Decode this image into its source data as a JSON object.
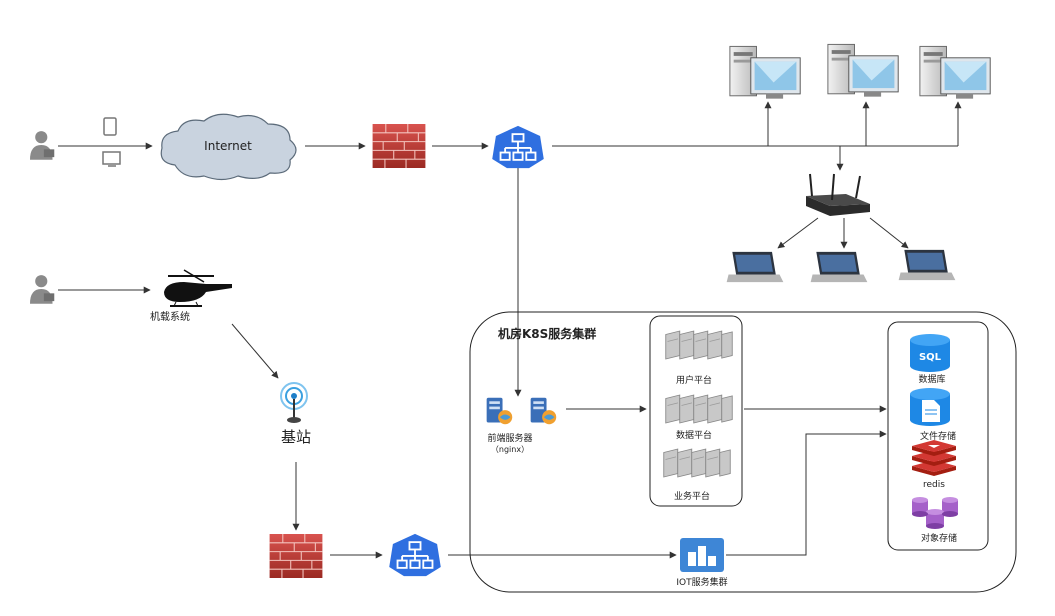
{
  "labels": {
    "internet": "Internet",
    "airborne_system": "机载系统",
    "base_station": "基站",
    "cluster_title": "机房K8S服务集群",
    "frontend_server": "前端服务器",
    "frontend_server_sub": "（nginx）",
    "user_platform": "用户平台",
    "data_platform": "数据平台",
    "business_platform": "业务平台",
    "database_badge": "SQL",
    "database": "数据库",
    "file_storage": "文件存储",
    "redis": "redis",
    "object_storage": "对象存储",
    "iot_cluster": "IOT服务集群"
  },
  "colors": {
    "line": "#333333",
    "cloud_fill": "#c9d3df",
    "firewall": "#c0392b",
    "lb_blue": "#2f6fe0",
    "storage_blue": "#1e88e5",
    "redis_red": "#d33833",
    "object_purple": "#a561c9"
  }
}
